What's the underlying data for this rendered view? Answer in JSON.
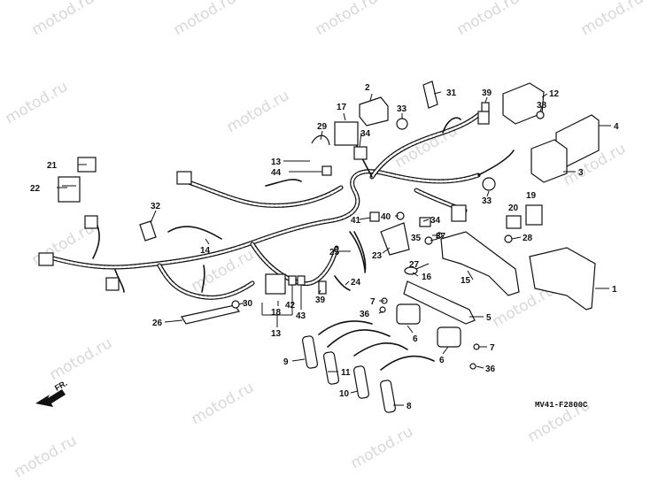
{
  "diagram": {
    "ref_code": "MV41-F2800C",
    "direction_label": "FR.",
    "watermark": "motod.ru",
    "callouts": [
      {
        "id": "c1",
        "text": "1"
      },
      {
        "id": "c2",
        "text": "2"
      },
      {
        "id": "c3",
        "text": "3"
      },
      {
        "id": "c4",
        "text": "4"
      },
      {
        "id": "c5",
        "text": "5"
      },
      {
        "id": "c6a",
        "text": "6"
      },
      {
        "id": "c6b",
        "text": "6"
      },
      {
        "id": "c7a",
        "text": "7"
      },
      {
        "id": "c7b",
        "text": "7"
      },
      {
        "id": "c8",
        "text": "8"
      },
      {
        "id": "c9",
        "text": "9"
      },
      {
        "id": "c10",
        "text": "10"
      },
      {
        "id": "c11",
        "text": "11"
      },
      {
        "id": "c12",
        "text": "12"
      },
      {
        "id": "c13a",
        "text": "13"
      },
      {
        "id": "c13b",
        "text": "13"
      },
      {
        "id": "c14",
        "text": "14"
      },
      {
        "id": "c15",
        "text": "15"
      },
      {
        "id": "c16",
        "text": "16"
      },
      {
        "id": "c17",
        "text": "17"
      },
      {
        "id": "c18",
        "text": "18"
      },
      {
        "id": "c19",
        "text": "19"
      },
      {
        "id": "c20",
        "text": "20"
      },
      {
        "id": "c21",
        "text": "21"
      },
      {
        "id": "c22",
        "text": "22"
      },
      {
        "id": "c23",
        "text": "23"
      },
      {
        "id": "c24",
        "text": "24"
      },
      {
        "id": "c25",
        "text": "25"
      },
      {
        "id": "c26",
        "text": "26"
      },
      {
        "id": "c27",
        "text": "27"
      },
      {
        "id": "c28",
        "text": "28"
      },
      {
        "id": "c29",
        "text": "29"
      },
      {
        "id": "c30",
        "text": "30"
      },
      {
        "id": "c31",
        "text": "31"
      },
      {
        "id": "c32",
        "text": "32"
      },
      {
        "id": "c33a",
        "text": "33"
      },
      {
        "id": "c33b",
        "text": "33"
      },
      {
        "id": "c34a",
        "text": "34"
      },
      {
        "id": "c34b",
        "text": "34"
      },
      {
        "id": "c35",
        "text": "35"
      },
      {
        "id": "c36a",
        "text": "36"
      },
      {
        "id": "c36b",
        "text": "36"
      },
      {
        "id": "c37",
        "text": "37"
      },
      {
        "id": "c38",
        "text": "38"
      },
      {
        "id": "c39a",
        "text": "39"
      },
      {
        "id": "c39b",
        "text": "39"
      },
      {
        "id": "c40",
        "text": "40"
      },
      {
        "id": "c41",
        "text": "41"
      },
      {
        "id": "c42",
        "text": "42"
      },
      {
        "id": "c43",
        "text": "43"
      },
      {
        "id": "c44",
        "text": "44"
      }
    ]
  }
}
